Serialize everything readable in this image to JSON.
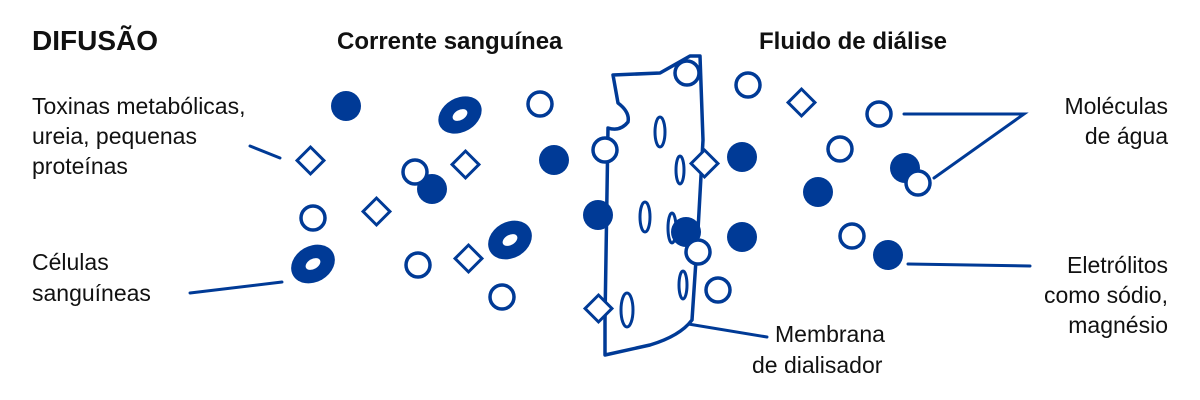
{
  "title": "DIFUSÃO",
  "headers": {
    "blood": "Corrente sanguínea",
    "dialysate": "Fluido de diálise"
  },
  "labels": {
    "toxins": [
      "Toxinas metabólicas,",
      "ureia, pequenas",
      "proteínas"
    ],
    "blood_cells": [
      "Células",
      "sanguíneas"
    ],
    "water": [
      "Moléculas",
      "de água"
    ],
    "electrolytes": [
      "Eletrólitos",
      "como sódio,",
      "magnésio"
    ],
    "membrane": [
      "Membrana",
      "de dialisador"
    ]
  },
  "colors": {
    "accent": "#003a96",
    "text": "#111111",
    "background": "#ffffff"
  },
  "legend_icons": {
    "toxin": "diamond-outline-icon",
    "blood_cell": "ring-cell-icon",
    "water": "circle-outline-icon",
    "electrolyte": "filled-circle-icon"
  }
}
